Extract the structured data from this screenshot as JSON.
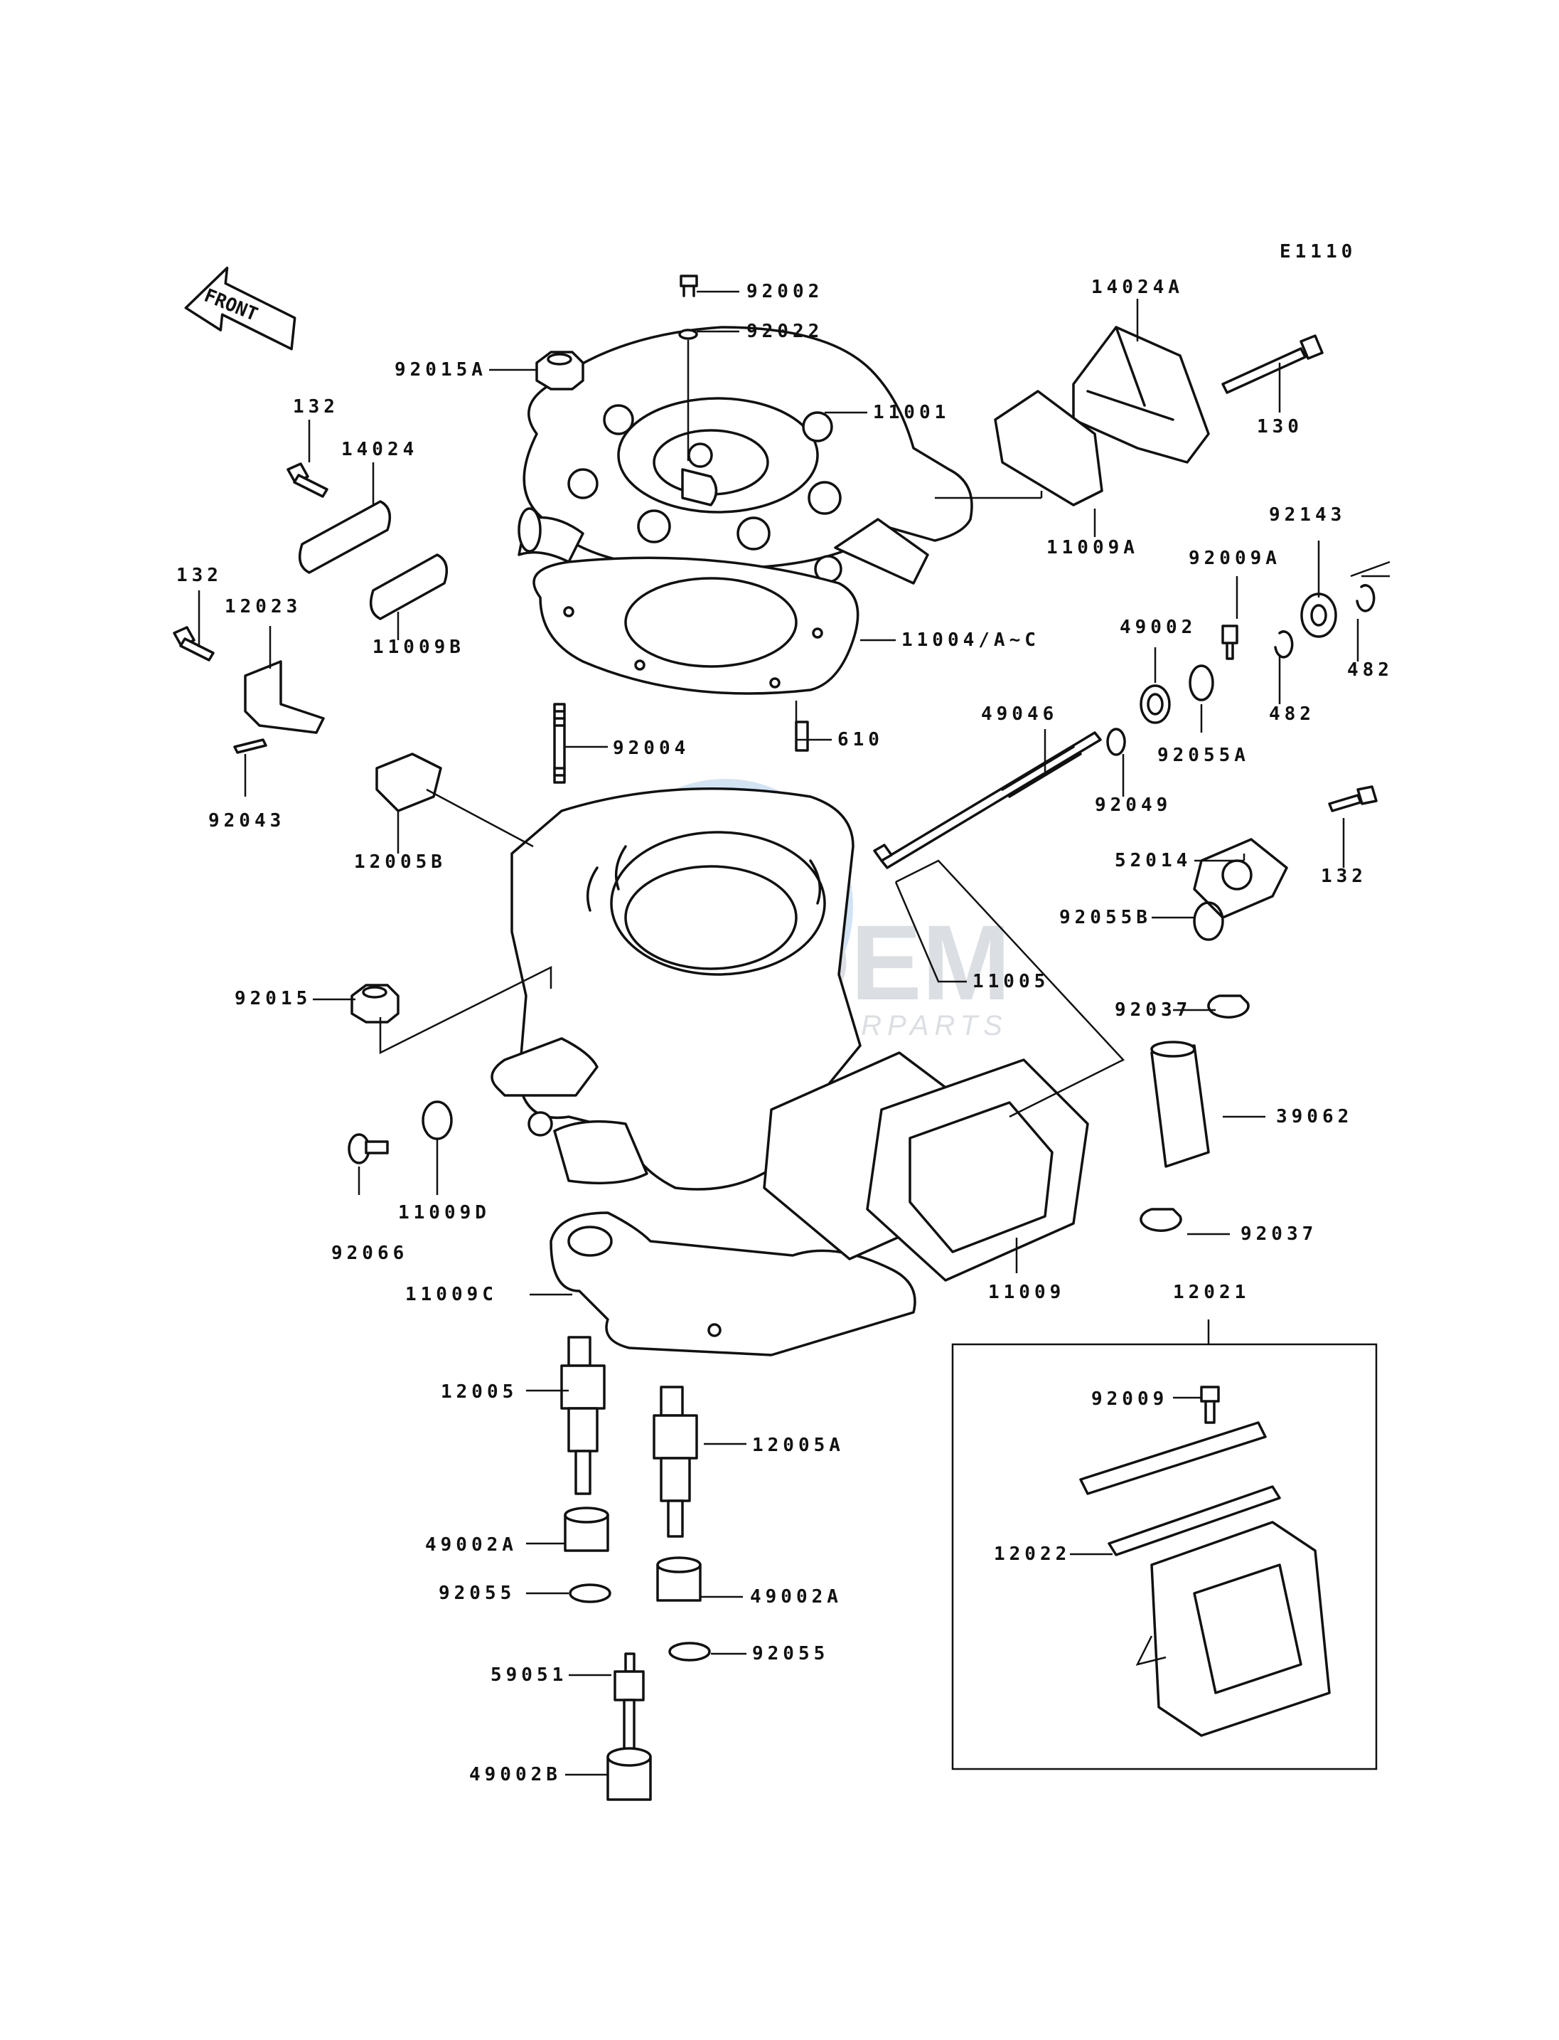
{
  "diagram": {
    "code": "E1110",
    "front_label": "FRONT"
  },
  "labels": {
    "l92002": "92002",
    "l92022": "92022",
    "l14024A": "14024A",
    "l92015A": "92015A",
    "l11001": "11001",
    "l130": "130",
    "l132a": "132",
    "l14024": "14024",
    "l11009A": "11009A",
    "l92143": "92143",
    "l92009A": "92009A",
    "l132b": "132",
    "l12023": "12023",
    "l11009B": "11009B",
    "l49002": "49002",
    "l482a": "482",
    "l482b": "482",
    "l11004": "11004/A~C",
    "l92055A": "92055A",
    "l610": "610",
    "l49046": "49046",
    "l92004": "92004",
    "l92043": "92043",
    "l92049": "92049",
    "l132c": "132",
    "l12005B": "12005B",
    "l52014": "52014",
    "l92055B": "92055B",
    "l11005": "11005",
    "l92015": "92015",
    "l92037a": "92037",
    "l39062": "39062",
    "l92066": "92066",
    "l11009D": "11009D",
    "l92037b": "92037",
    "l11009C": "11009C",
    "l11009": "11009",
    "l12021": "12021",
    "l12005": "12005",
    "l92009": "92009",
    "l12005A": "12005A",
    "l12022": "12022",
    "l49002A1": "49002A",
    "l92055a": "92055",
    "l49002A2": "49002A",
    "l92055b": "92055",
    "l59051": "59051",
    "l49002B": "49002B"
  },
  "watermark": {
    "brand": "OEM",
    "subtitle": "MOTORPARTS"
  }
}
